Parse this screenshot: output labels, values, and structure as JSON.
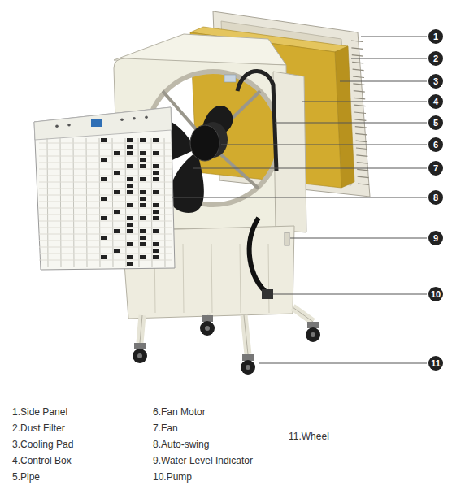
{
  "diagram": {
    "labels": [
      "1",
      "2",
      "3",
      "4",
      "5",
      "6",
      "7",
      "8",
      "9",
      "10",
      "11",
      "1.Side Panel",
      "2.Dust Filter",
      "3.Cooling Pad",
      "4.Control Box",
      "5.Pipe",
      "6.Fan Motor",
      "7.Fan",
      "8.Auto-swing",
      "9.Water Level Indicator",
      "10.Pump",
      "11.Wheel"
    ]
  }
}
